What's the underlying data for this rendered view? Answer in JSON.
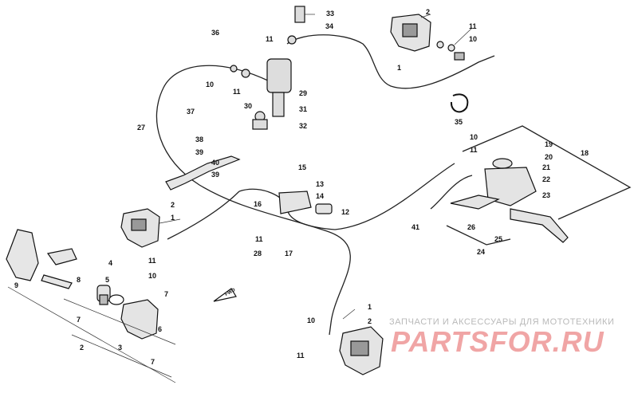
{
  "diagram": {
    "callouts": [
      "33",
      "2",
      "11",
      "10",
      "36",
      "11",
      "34",
      "1",
      "10",
      "11",
      "29",
      "37",
      "30",
      "31",
      "38",
      "32",
      "35",
      "27",
      "39",
      "40",
      "39",
      "10",
      "11",
      "19",
      "20",
      "21",
      "22",
      "15",
      "18",
      "13",
      "14",
      "16",
      "12",
      "23",
      "2",
      "1",
      "41",
      "26",
      "11",
      "10",
      "11",
      "28",
      "17",
      "25",
      "24",
      "4",
      "9",
      "8",
      "5",
      "7",
      "6",
      "7",
      "2",
      "3",
      "7",
      "1",
      "10",
      "2",
      "11"
    ],
    "front_marker": "FWD"
  },
  "watermark": {
    "subtitle": "ЗАПЧАСТИ И АКСЕССУАРЫ ДЛЯ МОТОТЕХНИКИ",
    "logo": "PARTSFOR.RU"
  }
}
